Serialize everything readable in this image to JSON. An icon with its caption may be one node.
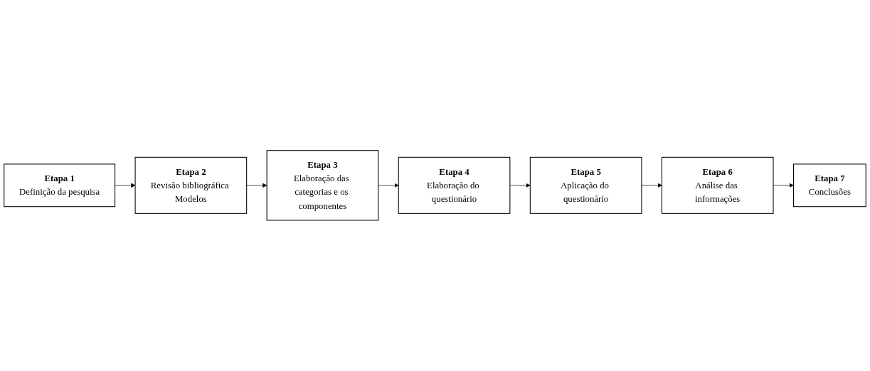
{
  "diagram": {
    "nodes": [
      {
        "text": [
          "Etapa 1",
          "Definição da pesquisa"
        ]
      },
      {
        "text": [
          "Etapa 2",
          "Revisão bibliográfica Modelos"
        ]
      },
      {
        "text": [
          "Etapa 3",
          "Elaboração das categorias e os componentes"
        ]
      },
      {
        "text": [
          "Etapa 4",
          "Elaboração do questionário"
        ]
      },
      {
        "text": [
          "Etapa 5",
          "Aplicação do questionário"
        ]
      },
      {
        "text": [
          "Etapa 6",
          "Análise das informações"
        ]
      },
      {
        "text": [
          "Etapa 7",
          "Conclusões"
        ]
      }
    ],
    "edges": [
      {
        "from": 0,
        "to": 1,
        "arrow": "to"
      },
      {
        "from": 1,
        "to": 2,
        "arrow": "to"
      },
      {
        "from": 2,
        "to": 3,
        "arrow": "to"
      },
      {
        "from": 3,
        "to": 4,
        "arrow": "to"
      },
      {
        "from": 4,
        "to": 5,
        "arrow": "to"
      },
      {
        "from": 5,
        "to": 6,
        "arrow": "to"
      }
    ]
  }
}
